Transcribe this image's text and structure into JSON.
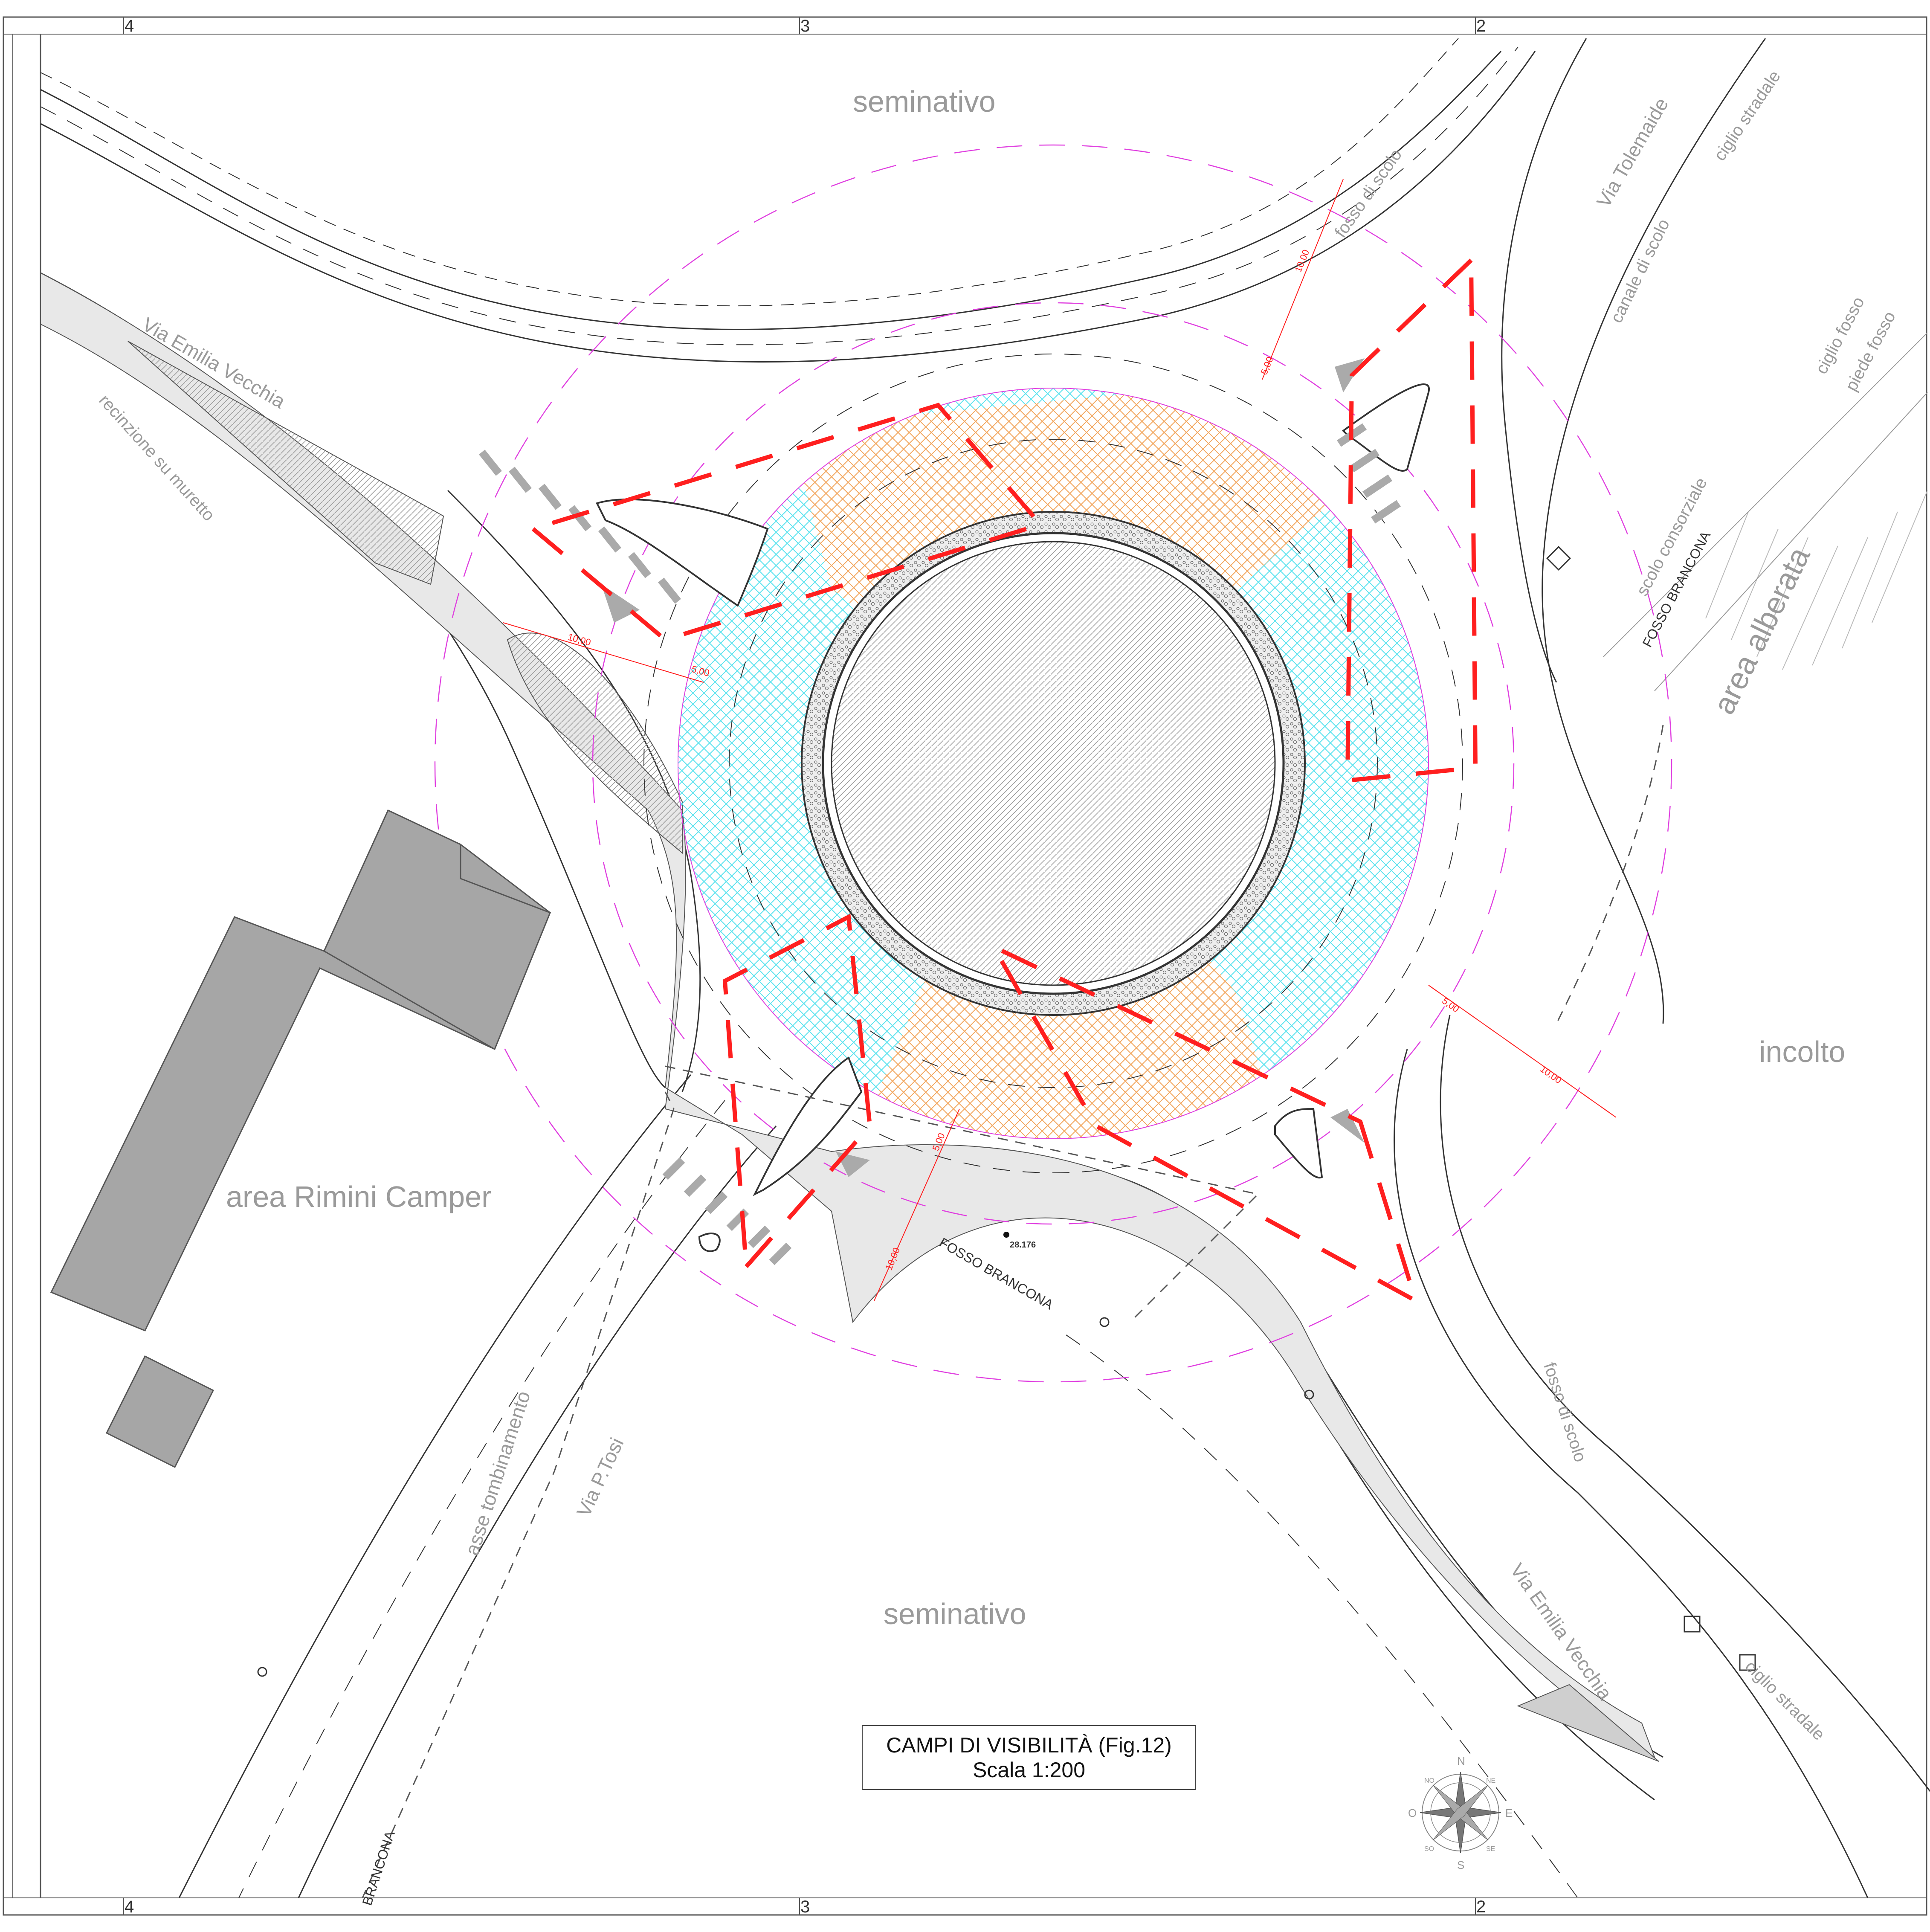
{
  "frame": {
    "column_markers": [
      "4",
      "3",
      "2"
    ]
  },
  "title_block": {
    "title": "CAMPI DI VISIBILITÀ (Fig.12)",
    "scale": "Scala 1:200"
  },
  "area_labels": {
    "north_field": "seminativo",
    "south_field": "seminativo",
    "east_field": "incolto",
    "camper_area": "area Rimini Camper",
    "tree_area": "area alberata"
  },
  "road_labels": {
    "via_emilia_vecchia_nw": "Via Emilia Vecchia",
    "via_emilia_vecchia_se": "Via Emilia Vecchia",
    "via_tolemaide": "Via Tolemaide",
    "via_p_tosi": "Via P.Tosi"
  },
  "feature_labels": {
    "fence_on_wall": "recinzione su muretto",
    "drain_ditch_north": "fosso di scolo",
    "drain_ditch_south": "fosso di scolo",
    "drain_channel": "canale di scolo",
    "road_edge_ne": "ciglio stradale",
    "road_edge_se": "ciglio stradale",
    "ditch_edge": "ciglio fosso",
    "ditch_foot": "piede fosso",
    "consortium_drain": "scolo consorziale",
    "fosso_brancona_ne": "FOSSO BRANCONA",
    "fosso_brancona_center": "FOSSO BRANCONA",
    "brancona_bottom": "BRANCONA",
    "culvert_axis": "asse tombinamento"
  },
  "dimensions": {
    "d_10_west": "10,00",
    "d_5_west": "5,00",
    "d_10_north": "10,00",
    "d_5_north": "5,00",
    "d_5_east": "5,00",
    "d_10_east": "10,00",
    "d_5_south": "5,00",
    "d_10_south": "10,00"
  },
  "spot_elevation": "28.176",
  "compass": {
    "n": "N",
    "s": "S",
    "e": "E",
    "o": "O",
    "ne": "NE",
    "no": "NO",
    "se": "SE",
    "so": "SO"
  },
  "colors": {
    "visibility_lines": "#ff1f1f",
    "orange_hatch": "#f2a45a",
    "cyan_hatch": "#58e2ee",
    "magenta_guides": "#e040e0",
    "buildings": "#a6a6a6",
    "linework": "#333333",
    "label_grey": "#9a9a9a"
  }
}
